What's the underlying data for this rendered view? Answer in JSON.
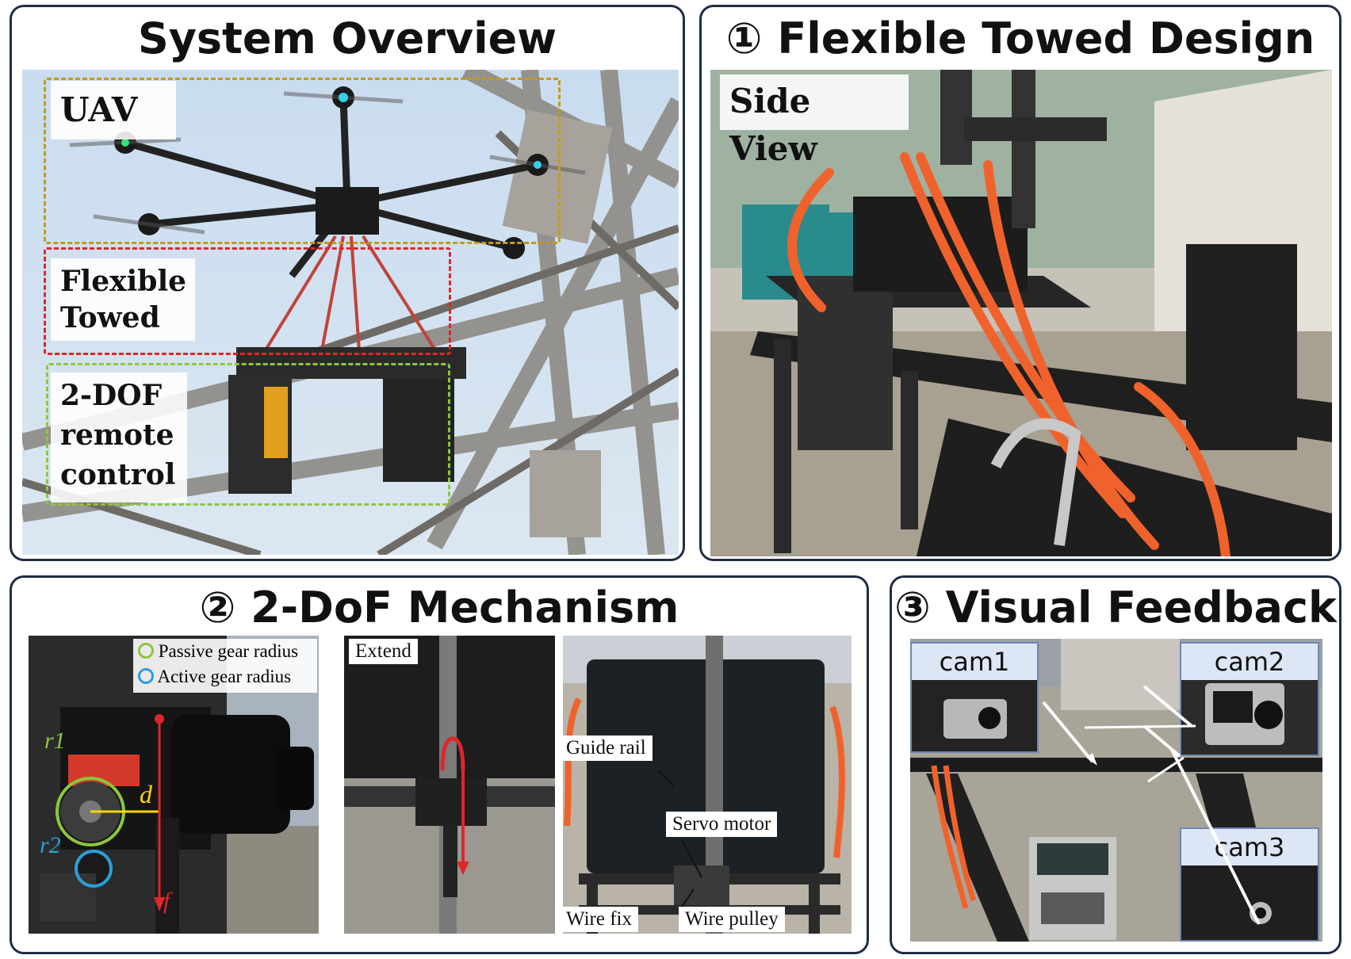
{
  "panels": {
    "overview": {
      "title": "System Overview",
      "labels": {
        "uav": "UAV",
        "flexible": "Flexible",
        "towed": "Towed",
        "dof_line1": "2-DOF",
        "dof_line2": "remote",
        "dof_line3": "control"
      },
      "box_colors": {
        "uav": "#c49a1a",
        "towed": "#e0262a",
        "dof": "#8cc63f"
      }
    },
    "towed": {
      "title": "① Flexible Towed Design",
      "side_view": "Side View"
    },
    "mechanism": {
      "title": "② 2-DoF Mechanism",
      "legend": {
        "passive": "Passive gear radius",
        "active": "Active gear radius"
      },
      "legend_colors": {
        "passive": "#8cc63f",
        "active": "#2a9fd6"
      },
      "symbols": {
        "r1": "r1",
        "r2": "r2",
        "d": "d",
        "f": "f"
      },
      "extend": "Extend",
      "guide_rail": "Guide rail",
      "servo_motor": "Servo motor",
      "wire_fix": "Wire fix",
      "wire_pulley": "Wire pulley"
    },
    "visual": {
      "title": "③ Visual Feedback",
      "cam1": "cam1",
      "cam2": "cam2",
      "cam3": "cam3"
    }
  }
}
